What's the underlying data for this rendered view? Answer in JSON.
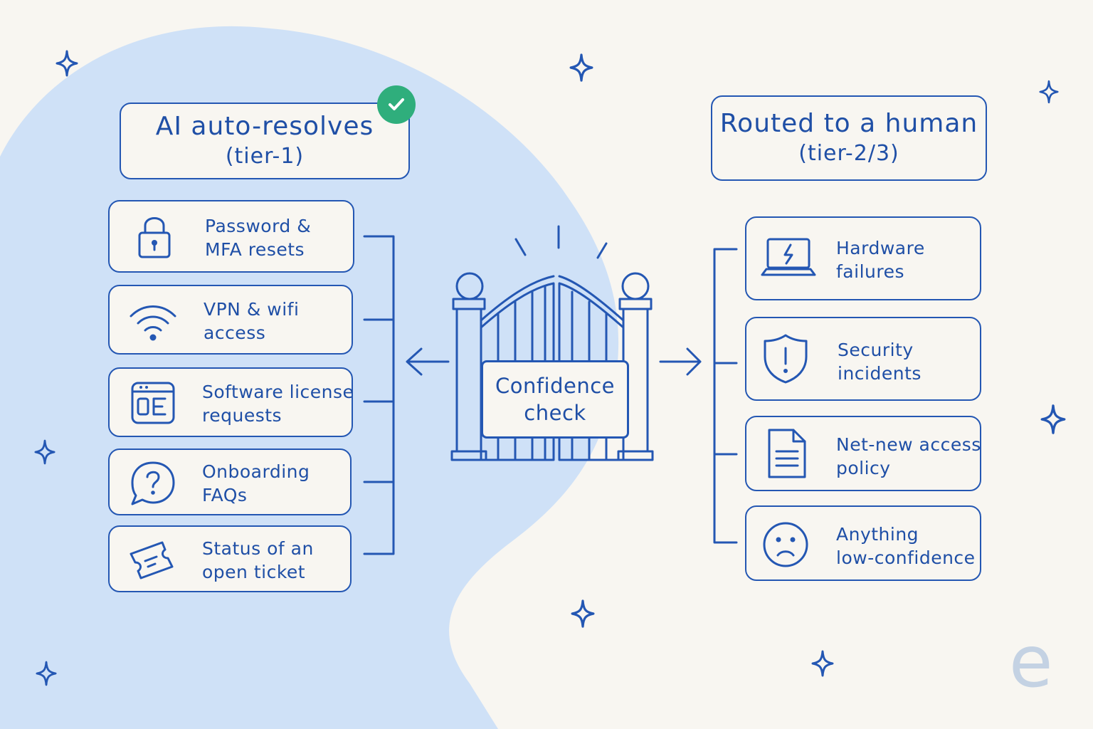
{
  "left_header": {
    "line1": "AI auto-resolves",
    "line2": "(tier-1)",
    "badge_icon": "check-icon",
    "badge_color": "#2fae7c"
  },
  "right_header": {
    "line1": "Routed to a human",
    "line2": "(tier-2/3)"
  },
  "gate": {
    "line1": "Confidence",
    "line2": "check"
  },
  "left_items": [
    {
      "icon": "lock-icon",
      "line1": "Password &",
      "line2": "MFA resets"
    },
    {
      "icon": "wifi-icon",
      "line1": "VPN & wifi",
      "line2": "access"
    },
    {
      "icon": "app-window-icon",
      "line1": "Software license",
      "line2": "requests"
    },
    {
      "icon": "question-bubble-icon",
      "line1": "Onboarding",
      "line2": "FAQs"
    },
    {
      "icon": "ticket-icon",
      "line1": "Status of an",
      "line2": "open ticket"
    }
  ],
  "right_items": [
    {
      "icon": "laptop-icon",
      "line1": "Hardware",
      "line2": "failures"
    },
    {
      "icon": "shield-alert-icon",
      "line1": "Security",
      "line2": "incidents"
    },
    {
      "icon": "document-icon",
      "line1": "Net-new access",
      "line2": "policy"
    },
    {
      "icon": "sad-face-icon",
      "line1": "Anything",
      "line2": "low-confidence"
    }
  ],
  "watermark": "e",
  "colors": {
    "ink": "#2457b3",
    "blob": "#cfe1f7",
    "background": "#f8f6f1"
  }
}
